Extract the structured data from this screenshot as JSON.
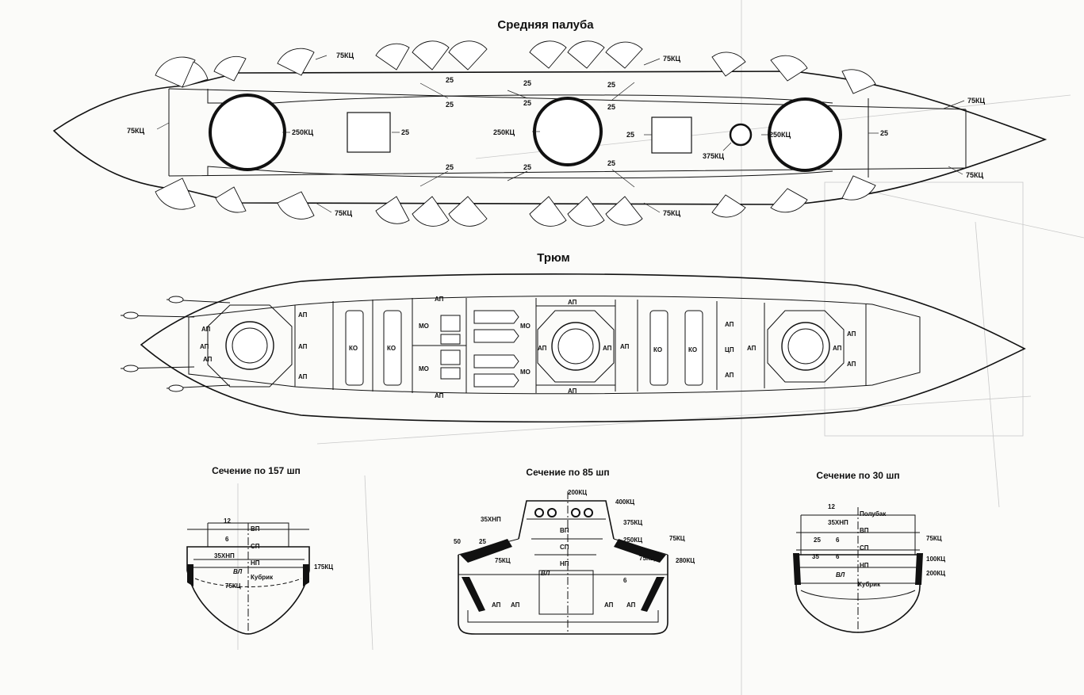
{
  "drawings": [
    {
      "title": "Средняя палуба"
    },
    {
      "title": "Трюм"
    },
    {
      "title": "Сечение по 157 шп"
    },
    {
      "title": "Сечение по 85 шп"
    },
    {
      "title": "Сечение по 30 шп"
    }
  ],
  "middle_deck": {
    "labels": [
      "75КЦ",
      "75КЦ",
      "75КЦ",
      "75КЦ",
      "75КЦ",
      "75КЦ",
      "75КЦ",
      "250КЦ",
      "250КЦ",
      "250КЦ",
      "375КЦ",
      "25",
      "25",
      "25",
      "25",
      "25",
      "25",
      "25",
      "25",
      "25",
      "25",
      "25",
      "25"
    ]
  },
  "hold": {
    "labels": [
      "АП",
      "АП",
      "АП",
      "АП",
      "АП",
      "АП",
      "КО",
      "КО",
      "МО",
      "МО",
      "МО",
      "МО",
      "АП",
      "АП",
      "АП",
      "АП",
      "АП",
      "АП",
      "АП",
      "КО",
      "КО",
      "АП",
      "ЦП",
      "АП",
      "АП",
      "АП",
      "АП",
      "АП"
    ]
  },
  "section_157": {
    "labels": [
      "12",
      "ВП",
      "6",
      "СП",
      "35ХНП",
      "НП",
      "ВЛ",
      "175КЦ",
      "Кубрик",
      "75КЦ"
    ]
  },
  "section_85": {
    "labels": [
      "200КЦ",
      "400КЦ",
      "35ХНП",
      "375КЦ",
      "ВП",
      "50",
      "25",
      "СП",
      "250КЦ",
      "75КЦ",
      "75КЦ",
      "НП",
      "75КЦ",
      "280КЦ",
      "ВЛ",
      "6",
      "АП",
      "АП",
      "АП",
      "АП"
    ]
  },
  "section_30": {
    "labels": [
      "12",
      "Полубак",
      "35ХНП",
      "ВП",
      "25",
      "6",
      "СП",
      "75КЦ",
      "35",
      "6",
      "НП",
      "100КЦ",
      "200КЦ",
      "ВЛ",
      "Кубрик"
    ]
  }
}
